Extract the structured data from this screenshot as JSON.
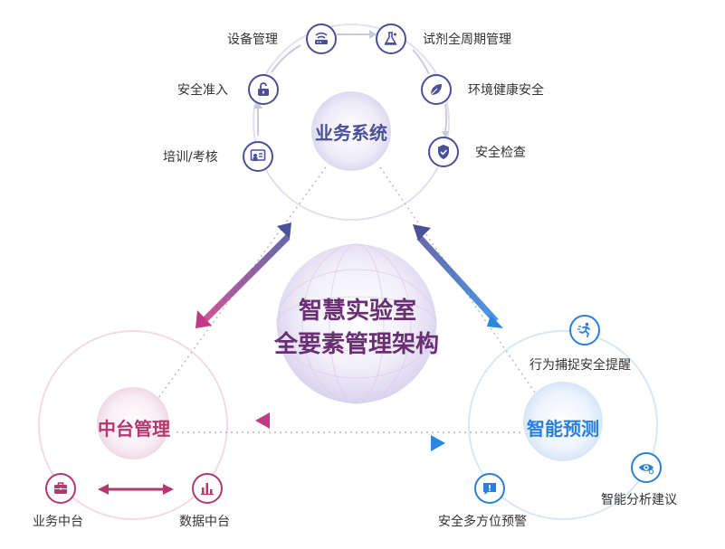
{
  "center": {
    "line1": "智慧实验室",
    "line2": "全要素管理架构"
  },
  "hubs": {
    "business": "业务系统",
    "middle": "中台管理",
    "predict": "智能预测"
  },
  "business_nodes": {
    "device": "设备管理",
    "reagent": "试剂全周期管理",
    "env": "环境健康安全",
    "check": "安全检查",
    "training": "培训/考核",
    "access": "安全准入"
  },
  "middle_nodes": {
    "biz_platform": "业务中台",
    "data_platform": "数据中台"
  },
  "predict_nodes": {
    "behavior": "行为捕捉安全提醒",
    "advice": "智能分析建议",
    "warning": "安全多方位预警"
  },
  "colors": {
    "navy": "#4c4f9a",
    "pink": "#b2386f",
    "blue": "#2a7fd8",
    "center_text": "#6a2f73"
  },
  "icons": {
    "device": "router-icon",
    "reagent": "flask-icon",
    "env": "leaf-icon",
    "check": "shield-check-icon",
    "training": "presentation-icon",
    "access": "unlock-icon",
    "biz_platform": "briefcase-icon",
    "data_platform": "bar-chart-icon",
    "behavior": "running-person-icon",
    "advice": "eye-icon",
    "warning": "alert-message-icon"
  }
}
